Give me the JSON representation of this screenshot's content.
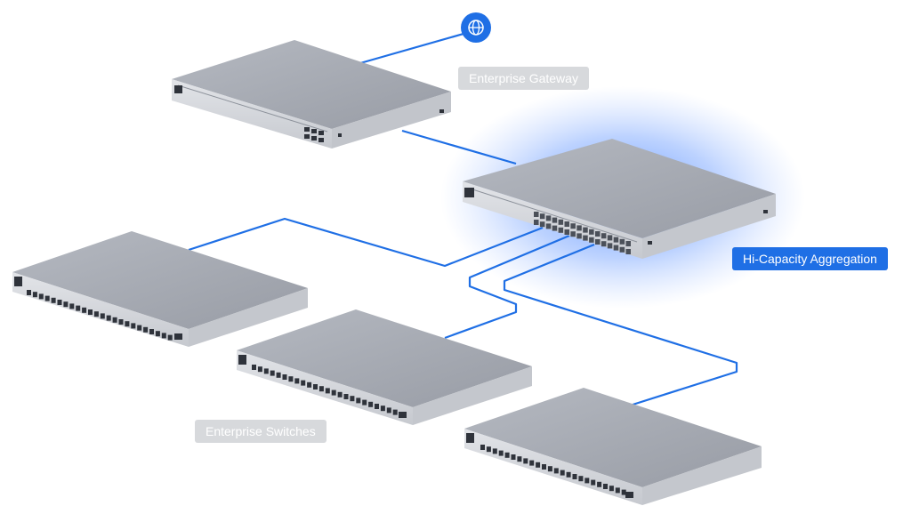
{
  "labels": {
    "gateway": "Enterprise Gateway",
    "aggregation": "Hi-Capacity Aggregation",
    "switches": "Enterprise Switches"
  },
  "icons": {
    "internet": "globe-icon"
  },
  "colors": {
    "link": "#1f6fe5",
    "accent_label_bg": "#1f6fe5",
    "muted_label_bg": "#d7d9dc",
    "device_top": "#a9adb6",
    "device_front": "#d4d7dc",
    "port": "#2f333b"
  }
}
